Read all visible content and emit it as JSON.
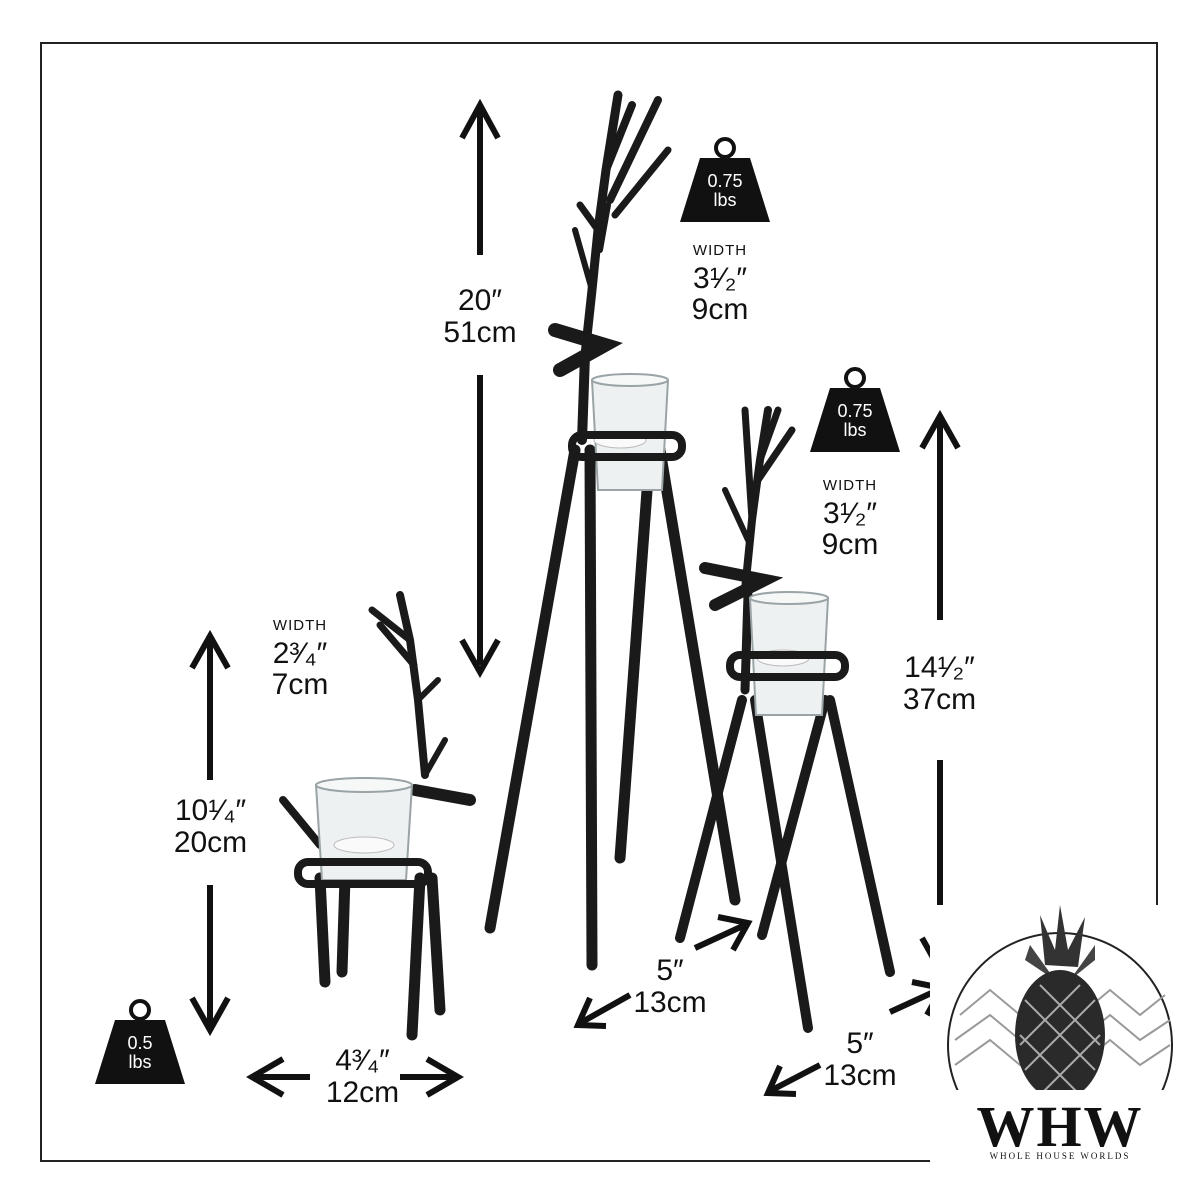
{
  "weights": {
    "tall": {
      "value": "0.75",
      "unit": "lbs"
    },
    "medium": {
      "value": "0.75",
      "unit": "lbs"
    },
    "small": {
      "value": "0.5",
      "unit": "lbs"
    }
  },
  "tall": {
    "height_in": "20″",
    "height_cm": "51cm",
    "width_label": "WIDTH",
    "width_in": "3¹⁄₂″",
    "width_cm": "9cm",
    "depth_in": "5″",
    "depth_cm": "13cm"
  },
  "medium": {
    "height_in": "14¹⁄₂″",
    "height_cm": "37cm",
    "width_label": "WIDTH",
    "width_in": "3¹⁄₂″",
    "width_cm": "9cm",
    "depth_in": "5″",
    "depth_cm": "13cm"
  },
  "small": {
    "height_in": "10¹⁄₄″",
    "height_cm": "20cm",
    "width_label": "WIDTH",
    "width_in": "2³⁄₄″",
    "width_cm": "7cm",
    "depth_in": "4³⁄₄″",
    "depth_cm": "12cm"
  },
  "logo": {
    "letters": "WHW",
    "tagline": "WHOLE HOUSE WORLDS"
  }
}
